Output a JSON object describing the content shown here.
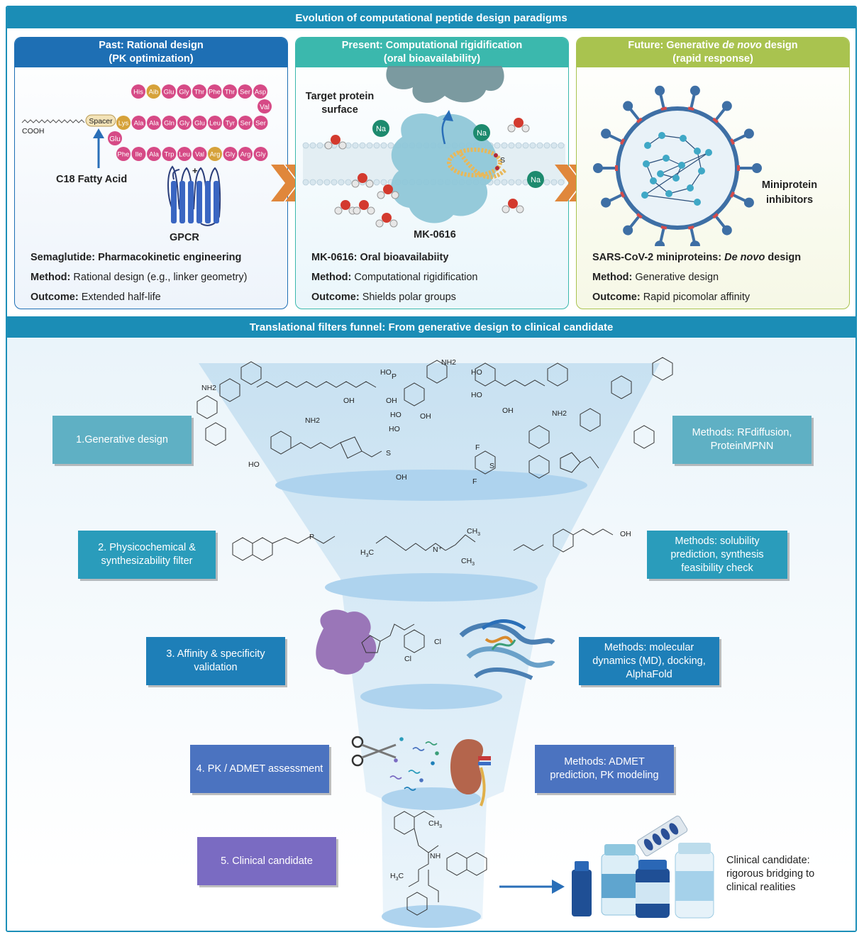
{
  "top_section": {
    "title": "Evolution of computational peptide design paradigms"
  },
  "panels": {
    "past": {
      "title_line1": "Past: Rational design",
      "title_line2": "(PK optimization)",
      "labels": {
        "cooh": "COOH",
        "spacer": "Spacer",
        "fatty_acid": "C18 Fatty Acid",
        "gpcr": "GPCR",
        "plus": "+"
      },
      "beads_row1": [
        "His",
        "Aib",
        "Glu",
        "Gly",
        "Thr",
        "Phe",
        "Thr",
        "Ser",
        "Asp"
      ],
      "beads_row2": [
        "Lys",
        "Ala",
        "Ala",
        "Gln",
        "Gly",
        "Glu",
        "Leu",
        "Tyr",
        "Ser",
        "Ser"
      ],
      "beads_row3": [
        "Phe",
        "Ile",
        "Ala",
        "Trp",
        "Leu",
        "Val",
        "Arg",
        "Gly",
        "Arg",
        "Gly"
      ],
      "bead_val": "Val",
      "bead_glu": "Glu",
      "heading": "Semaglutide: Pharmacokinetic engineering",
      "method_label": "Method:",
      "method_text": " Rational design (e.g., linker geometry)",
      "outcome_label": "Outcome:",
      "outcome_text": " Extended half-life"
    },
    "present": {
      "title_line1": "Present: Computational rigidification",
      "title_line2": "(oral bioavailability)",
      "labels": {
        "target_line1": "Target protein",
        "target_line2": "surface",
        "na": "Na",
        "mk": "MK-0616",
        "s": "S"
      },
      "heading": "MK-0616: Oral bioavailabiity",
      "method_label": "Method:",
      "method_text": " Computational rigidification",
      "outcome_label": "Outcome:",
      "outcome_text": " Shields polar groups"
    },
    "future": {
      "title_prefix": "Future: Generative ",
      "title_italic": "de novo",
      "title_suffix": " design",
      "title_line2": "(rapid response)",
      "labels": {
        "mini_line1": "Miniprotein",
        "mini_line2": "inhibitors"
      },
      "heading_prefix": "SARS-CoV-2 miniproteins: ",
      "heading_italic": "De novo",
      "heading_suffix": " design",
      "method_label": "Method:",
      "method_text": " Generative design",
      "outcome_label": "Outcome:",
      "outcome_text": " Rapid picomolar affinity"
    }
  },
  "bottom_section": {
    "title": "Translational  filters funnel: From generative design to clinical candidate"
  },
  "funnel": {
    "steps": [
      {
        "label": "1.Generative design",
        "color": "#5fb0c4"
      },
      {
        "label": "2. Physicochemical & synthesizability filter",
        "color": "#2a9cbb"
      },
      {
        "label": "3. Affinity & specificity validation",
        "color": "#1e7fb8"
      },
      {
        "label": "4. PK / ADMET assessment",
        "color": "#4b73c0"
      },
      {
        "label": "5. Clinical candidate",
        "color": "#7a6bc2"
      }
    ],
    "methods": [
      {
        "label": "Methods: RFdiffusion, ProteinMPNN",
        "color": "#5fb0c4"
      },
      {
        "label": "Methods: solubility prediction, synthesis feasibility check",
        "color": "#2a9cbb"
      },
      {
        "label": "Methods: molecular dynamics (MD), docking, AlphaFold",
        "color": "#1e7fb8"
      },
      {
        "label": "Methods: ADMET prediction, PK modeling",
        "color": "#4b73c0"
      }
    ],
    "clinical_note": "Clinical candidate: rigorous bridging to clinical realities",
    "chem_labels": {
      "nh2": "NH2",
      "ho": "HO",
      "oh": "OH",
      "o": "O",
      "n": "N",
      "s": "S",
      "p": "P",
      "f": "F",
      "h": "H",
      "cl": "Cl",
      "ch3": "CH",
      "h3c": "H",
      "nplus": "N⁺",
      "nh": "NH",
      "three": "3"
    }
  },
  "colors": {
    "frame": "#1b8db6",
    "past": "#1e6fb4",
    "present": "#3bb8ad",
    "future": "#a9c34f",
    "bead_pink": "#d64a86",
    "bead_gold": "#d6a23a",
    "gpcr": "#3a66c2",
    "arrow_orange": "#e0873b"
  }
}
